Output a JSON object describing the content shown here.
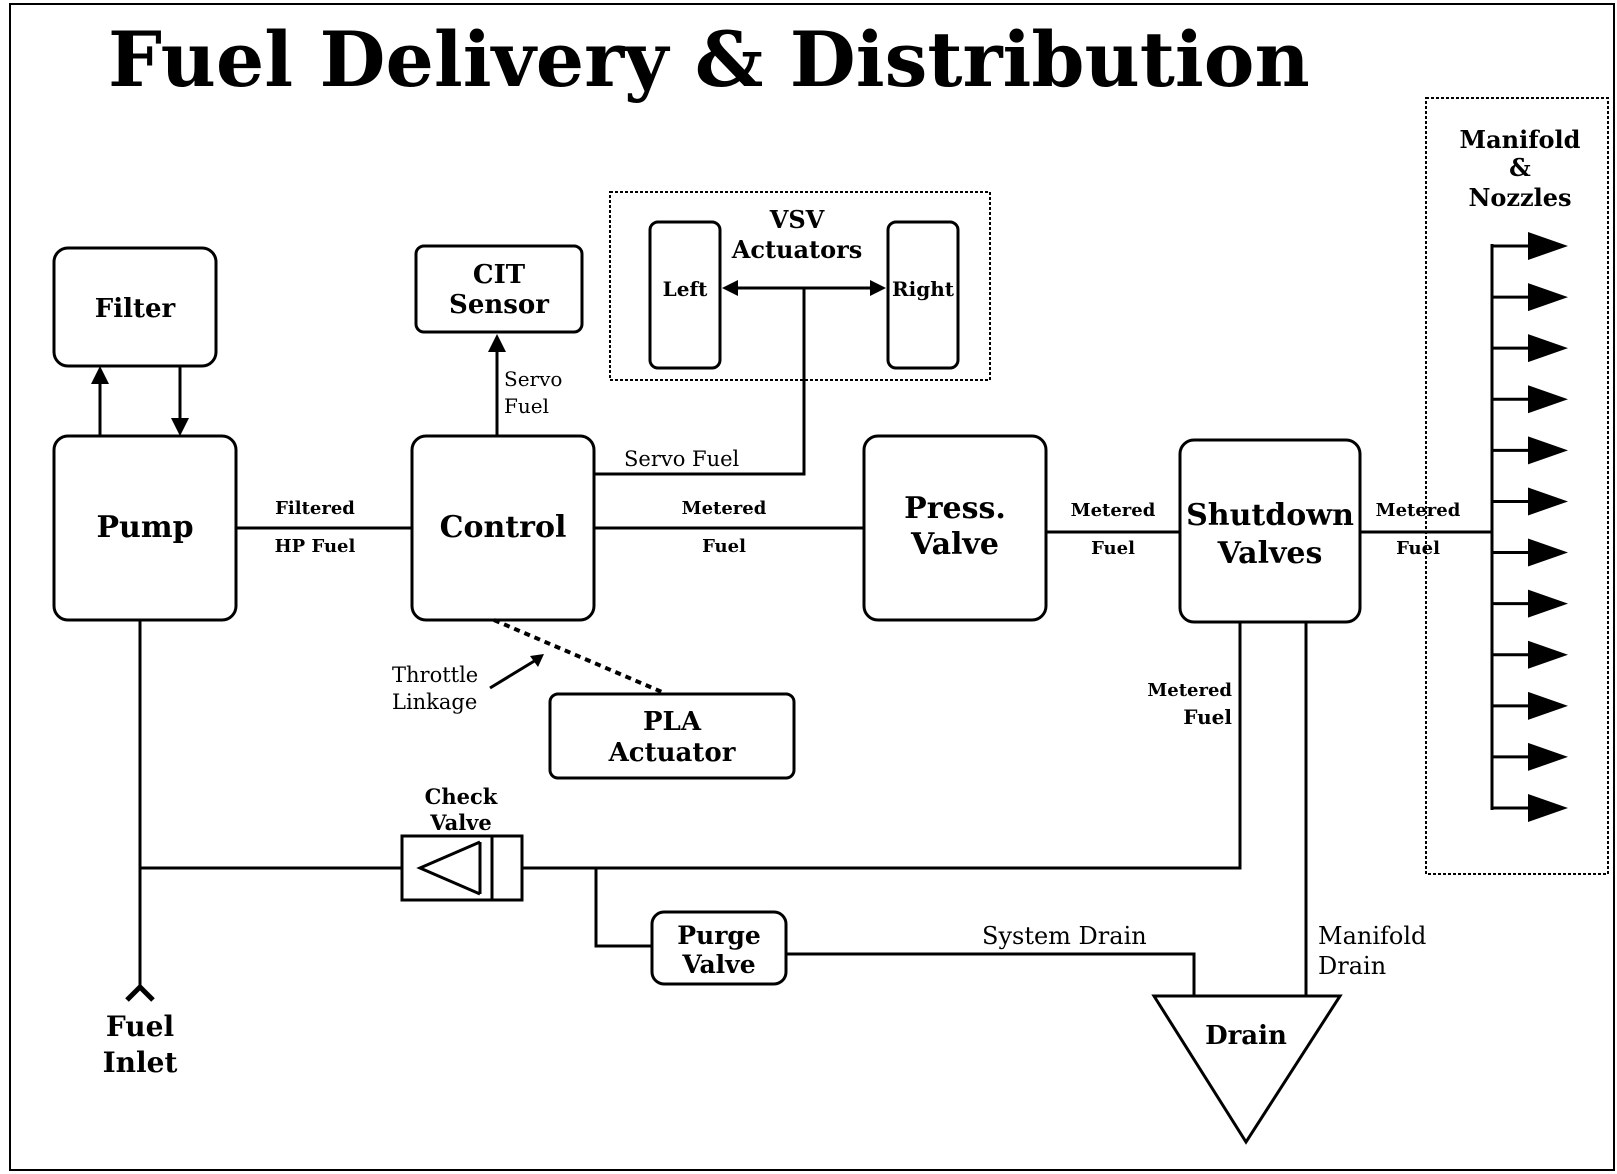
{
  "title": "Fuel Delivery & Distribution",
  "components": {
    "filter": "Filter",
    "pump": "Pump",
    "control": "Control",
    "cit_sensor": [
      "CIT",
      "Sensor"
    ],
    "vsv_group": [
      "VSV",
      "Actuators"
    ],
    "vsv_left": "Left",
    "vsv_right": "Right",
    "press_valve": [
      "Press.",
      "Valve"
    ],
    "shutdown_valves": [
      "Shutdown",
      "Valves"
    ],
    "manifold_group": [
      "Manifold",
      "&",
      "Nozzles"
    ],
    "pla_actuator": [
      "PLA",
      "Actuator"
    ],
    "check_valve": [
      "Check",
      "Valve"
    ],
    "purge_valve": [
      "Purge",
      "Valve"
    ],
    "drain": "Drain",
    "fuel_inlet": [
      "Fuel",
      "Inlet"
    ]
  },
  "flows": {
    "filtered_hp_fuel": [
      "Filtered",
      "HP Fuel"
    ],
    "servo_fuel_cit": [
      "Servo",
      "Fuel"
    ],
    "servo_fuel_vsv": "Servo Fuel",
    "metered_fuel_control": [
      "Metered",
      "Fuel"
    ],
    "metered_fuel_press": [
      "Metered",
      "Fuel"
    ],
    "metered_fuel_shutdown": [
      "Metered",
      "Fuel"
    ],
    "metered_fuel_return": [
      "Metered",
      "Fuel"
    ],
    "throttle_linkage": [
      "Throttle",
      "Linkage"
    ],
    "system_drain": "System Drain",
    "manifold_drain": [
      "Manifold",
      "Drain"
    ]
  },
  "nozzle_count": 12
}
